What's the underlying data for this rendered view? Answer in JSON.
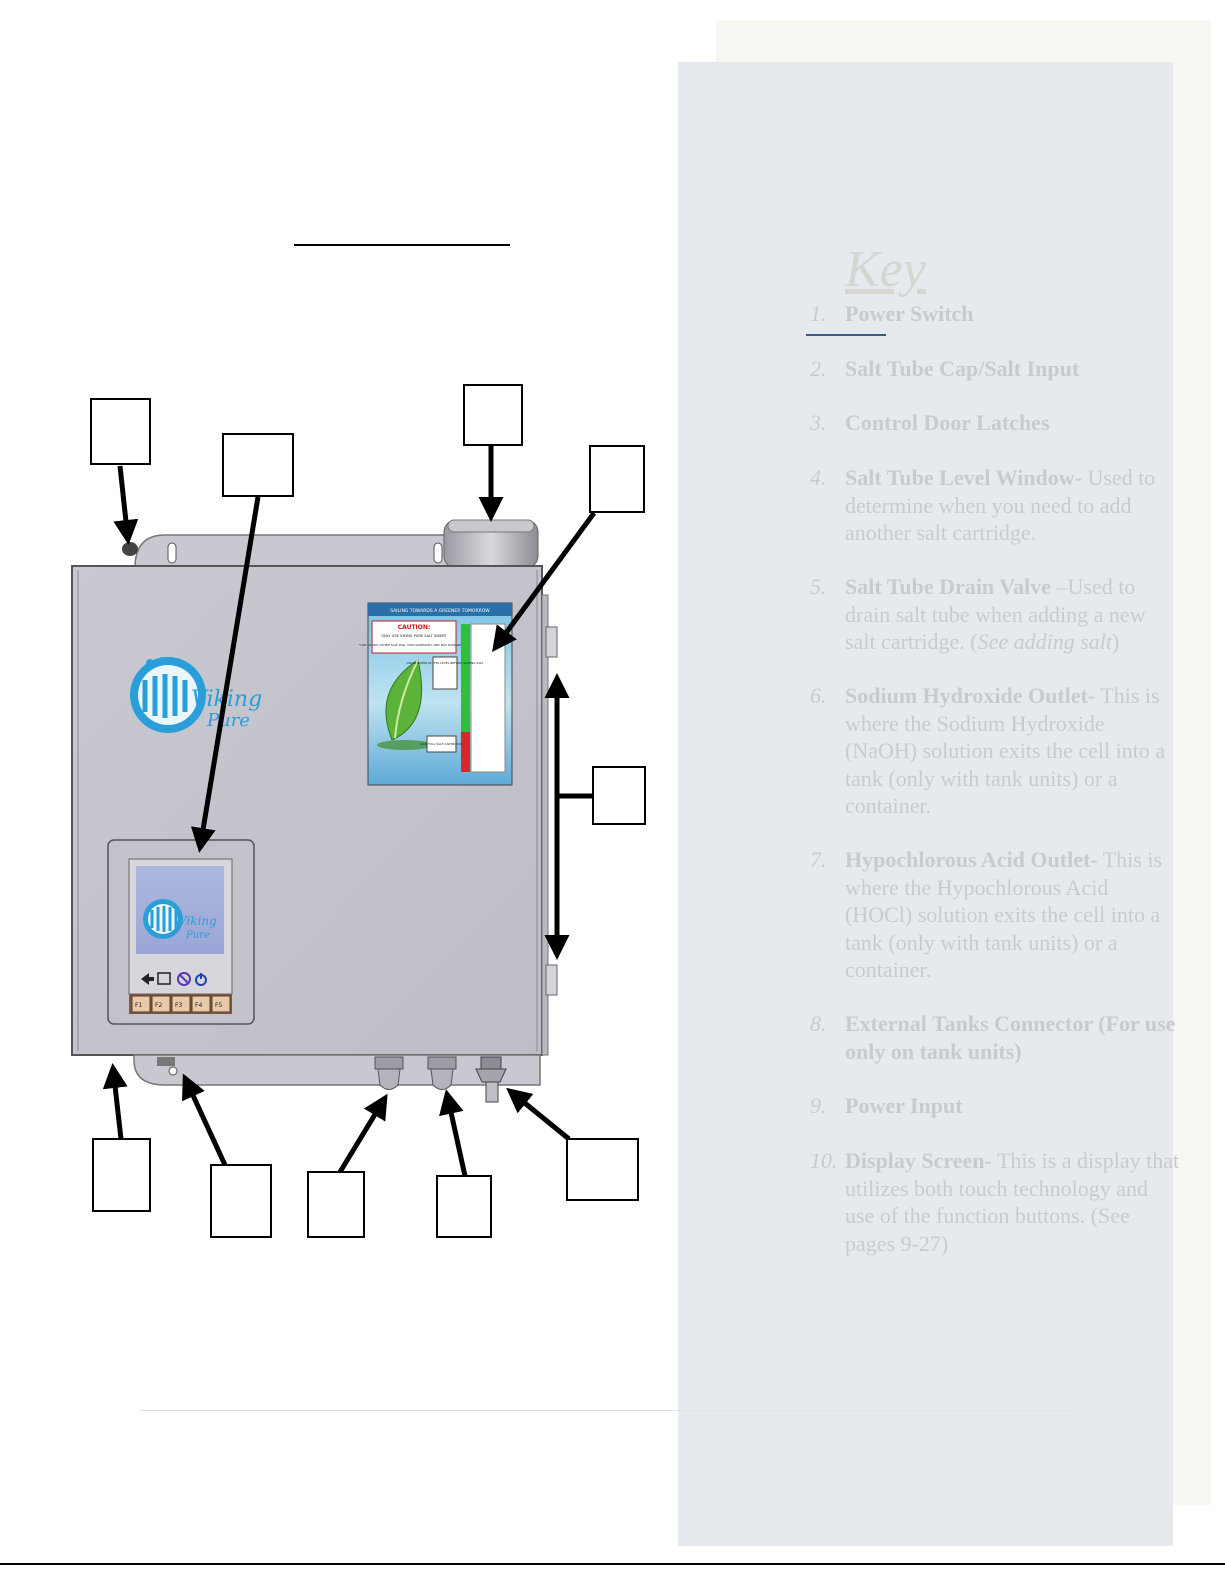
{
  "key": {
    "title": "Key",
    "items": [
      {
        "num": "1.",
        "bold": "Power Switch",
        "rest": "",
        "italic": "",
        "tail": ""
      },
      {
        "num": "2.",
        "bold": "Salt Tube Cap/Salt Input",
        "rest": "",
        "italic": "",
        "tail": ""
      },
      {
        "num": "3.",
        "bold": "Control Door Latches",
        "rest": "",
        "italic": "",
        "tail": ""
      },
      {
        "num": "4.",
        "bold": "Salt Tube Level Window-",
        "rest": " Used to determine when you need to add another salt cartridge.",
        "italic": "",
        "tail": ""
      },
      {
        "num": "5.",
        "bold": "Salt Tube Drain Valve",
        "rest": " –Used to drain salt tube when adding a new salt cartridge. (",
        "italic": "See adding salt",
        "tail": ")"
      },
      {
        "num": "6.",
        "bold": "Sodium Hydroxide Outlet-",
        "rest": " This is where the Sodium Hydroxide (NaOH) solution exits the cell into a tank (only with tank units) or a container.",
        "italic": "",
        "tail": ""
      },
      {
        "num": "7.",
        "bold": "Hypochlorous Acid Outlet-",
        "rest": " This is where the Hypochlorous Acid (HOCl) solution exits the cell into a tank (only with tank units) or a container.",
        "italic": "",
        "tail": ""
      },
      {
        "num": "8.",
        "bold": "External Tanks Connector (For use only on tank units)",
        "rest": "",
        "italic": "",
        "tail": ""
      },
      {
        "num": "9.",
        "bold": "Power Input",
        "rest": "",
        "italic": "",
        "tail": ""
      },
      {
        "num": "10.",
        "bold": "Display Screen",
        "rest": "- This is a display that utilizes both touch technology and use of the function buttons. (See pages 9-27)",
        "italic": "",
        "tail": ""
      }
    ]
  },
  "device": {
    "logo_line1": "Viking",
    "logo_line2": "Pure",
    "screen_logo_line1": "Viking",
    "screen_logo_line2": "Pure",
    "function_keys": [
      "F1",
      "F2",
      "F3",
      "F4",
      "F5"
    ],
    "level_label": {
      "banner": "SAILING TOWARDS A GREENER TOMORROW",
      "caution": "CAUTION:",
      "caution_text_1": "ONLY USE VIKING PURE SALT INSERT",
      "caution_text_2": "*USE OF ANY OTHER SALT WILL VOID WARRANTY AND MAY DAMAGE UNIT",
      "mid_note": "DRAIN WATER IN THIS LEVEL BEFORE ADDING SALT",
      "low_note": "ADD FULL SALT CARTRIDGE"
    }
  }
}
